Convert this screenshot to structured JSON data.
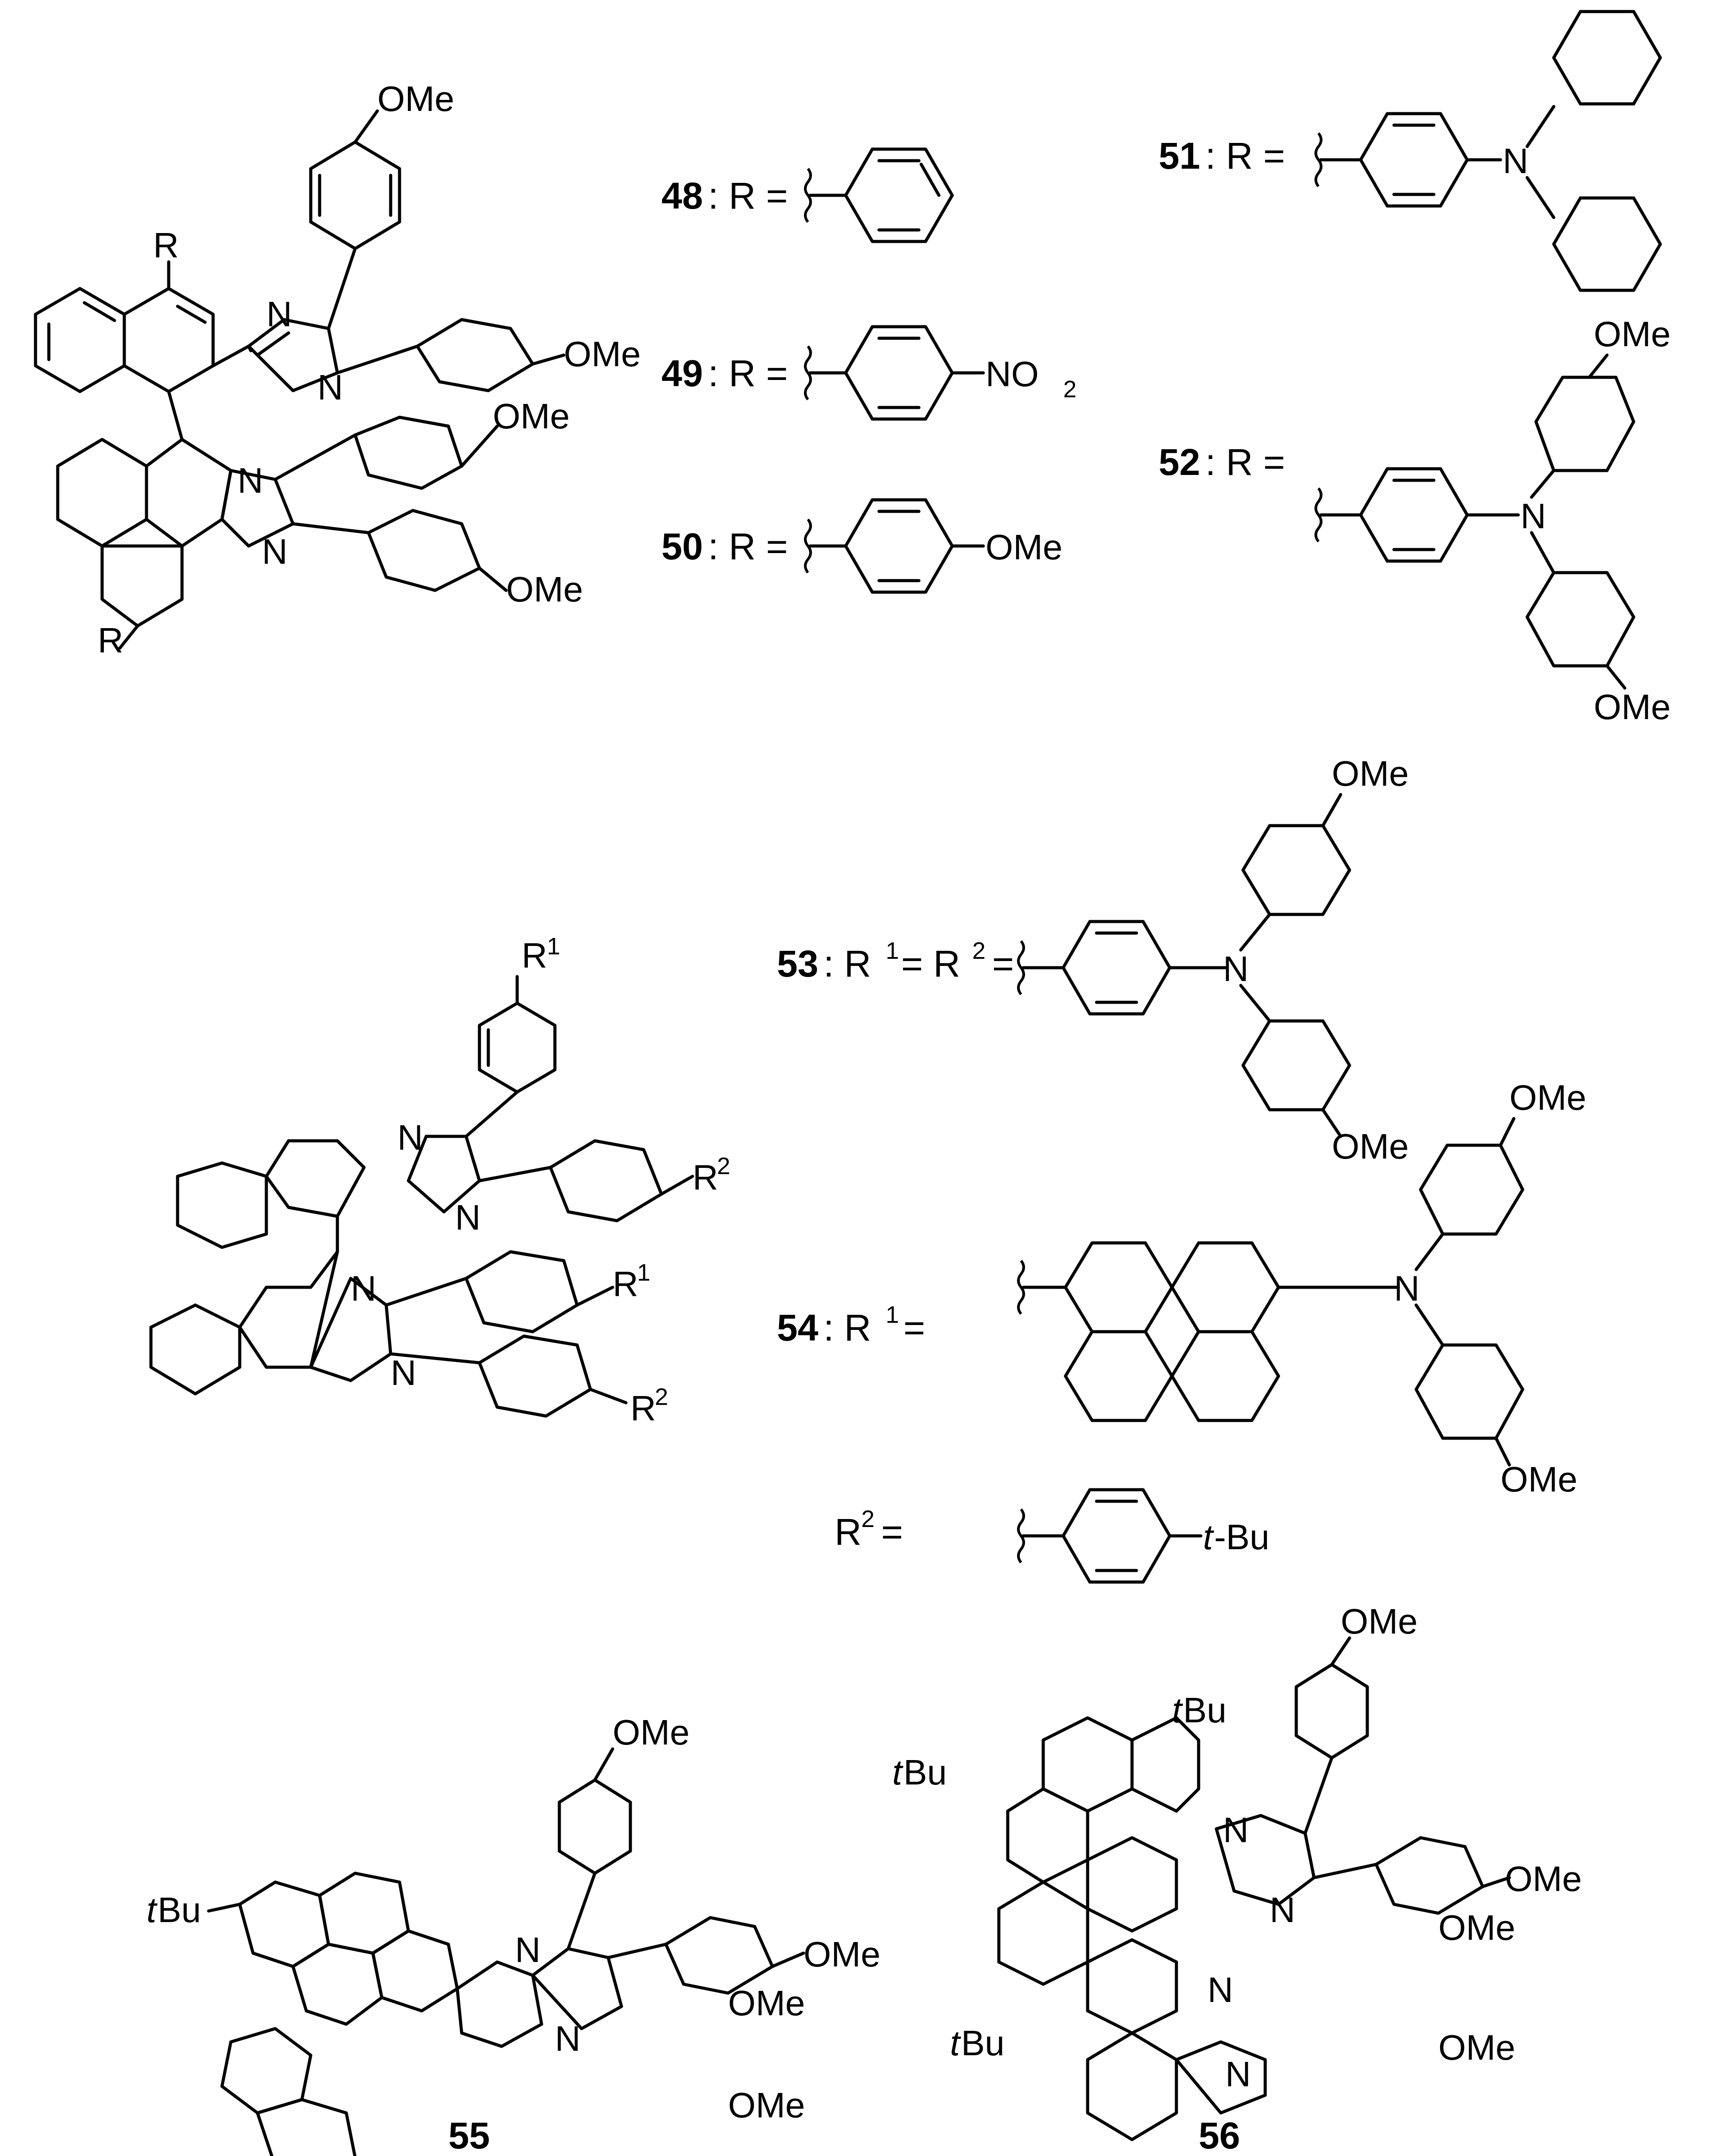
{
  "labels": {
    "c48": "48",
    "c49": "49",
    "c50": "50",
    "c51": "51",
    "c52": "52",
    "c53": "53",
    "c54": "54",
    "c55": "55",
    "c56": "56",
    "r_eq": ": R =",
    "r1_eq": ": R",
    "r2_label": "R",
    "sup1": "1",
    "sup2": "2",
    "eq": "=",
    "mid": " = R"
  },
  "groups": {
    "ome": "OMe",
    "no2": "NO",
    "no2_sub": "2",
    "tbu_t": "t",
    "tbu_bu": "-Bu",
    "tbu_short": "Bu",
    "n": "N",
    "r": "R"
  },
  "icons": [
    "wavy-bond-icon"
  ]
}
